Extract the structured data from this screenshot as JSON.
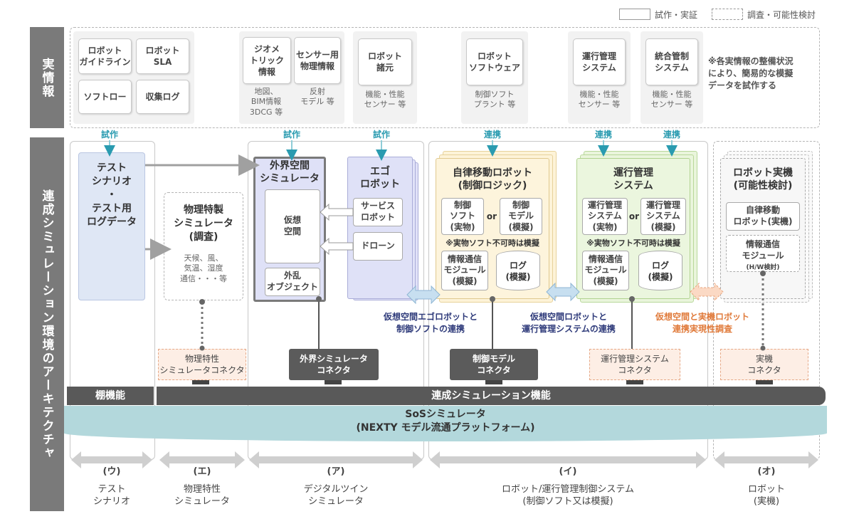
{
  "legend": {
    "solid_label": "試作・実証",
    "dashed_label": "調査・可能性検討"
  },
  "sidebar": {
    "top_label": "実情報",
    "bottom_label": "連成シミュレーション環境のアーキテクチャ"
  },
  "info_row": {
    "robot_guideline": "ロボット\nガイドライン",
    "robot_sla": "ロボット\nSLA",
    "software_flow": "ソフトロー",
    "collected_log": "収集ログ",
    "geometric_info": "ジオメ\nトリック\n情報",
    "geometric_note": "地図、\nBIM情報\n3DCG 等",
    "sensor_physical": "センサー用\n物理情報",
    "sensor_note": "反射\nモデル 等",
    "robot_specs": "ロボット\n諸元",
    "robot_specs_note": "機能・性能\nセンサー 等",
    "robot_software": "ロボット\nソフトウェア",
    "robot_software_note": "制御ソフト\nプラント 等",
    "ops_system": "運行管理\nシステム",
    "ops_system_note": "機能・性能\nセンサー 等",
    "integrated_control": "統合管制\nシステム",
    "integrated_note": "機能・性能\nセンサー 等",
    "side_note": "※各実情報の整備状況\nにより、簡易的な模擬\nデータを試作する"
  },
  "tags": {
    "prototype": "試作",
    "link": "連携"
  },
  "test_scenario": {
    "title": "テスト\nシナリオ\n・\nテスト用\nログデータ"
  },
  "physics_sim": {
    "title": "物理特製\nシミュレータ\n(調査)",
    "note": "天候、風、\n気温、湿度\n通信・・・等",
    "connector": "物理特性\nシミュレータコネクタ"
  },
  "external_sim": {
    "title": "外界空間\nシミュレータ",
    "virtual_space": "仮想\n空間",
    "disturbance": "外乱\nオブジェクト",
    "connector": "外界シミュレータ\nコネクタ"
  },
  "ego_robot": {
    "title": "エゴ\nロボット",
    "service_robot": "サービス\nロボット",
    "drone": "ドローン"
  },
  "auto_robot": {
    "title": "自律移動ロボット\n(制御ロジック)",
    "ctrl_real": "制御\nソフト\n(実物)",
    "or": "or",
    "ctrl_model": "制御\nモデル\n(模擬)",
    "note": "※実物ソフト不可時は模擬",
    "comm_module": "情報通信\nモジュール\n(模擬)",
    "log": "ログ\n(模擬)",
    "connector": "制御モデル\nコネクタ"
  },
  "ops_mgmt": {
    "title": "運行管理\nシステム",
    "sys_real": "運行管理\nシステム\n(実物)",
    "or": "or",
    "sys_model": "運行管理\nシステム\n(模擬)",
    "note": "※実物ソフト不可時は模擬",
    "comm_module": "情報通信\nモジュール\n(模擬)",
    "log": "ログ\n(模擬)",
    "connector": "運行管理システム\nコネクタ"
  },
  "real_robot": {
    "title": "ロボット実機\n(可能性検討)",
    "auto_robot": "自律移動\nロボット(実機)",
    "comm_module": "情報通信\nモジュール",
    "hw_note": "(H/W検討)",
    "connector": "実機\nコネクタ"
  },
  "mid_labels": {
    "ego_link": "仮想空間エゴロボットと\n制御ソフトの連携",
    "robot_ops_link": "仮想空間ロボットと\n運行管理システムの連携",
    "real_link": "仮想空間と実機ロボット\n連携実現性調査"
  },
  "bars": {
    "shelf": "棚機能",
    "coupled": "連成シミュレーション機能",
    "sos": "SoSシミュレータ\n(NEXTY モデル流通プラットフォーム)"
  },
  "bottom": {
    "u_code": "(ウ)",
    "u_label": "テスト\nシナリオ",
    "e_code": "(エ)",
    "e_label": "物理特性\nシミュレータ",
    "a_code": "(ア)",
    "a_label": "デジタルツイン\nシミュレータ",
    "i_code": "(イ)",
    "i_label": "ロボット/運行管理制御システム\n(制御ソフト又は模擬)",
    "o_code": "(オ)",
    "o_label": "ロボット\n(実機)"
  },
  "colors": {
    "sidebar": "#7a7a7a",
    "accent_teal": "#2a9bb0",
    "orange": "#e07a3a",
    "navy": "#2e3a7a"
  }
}
